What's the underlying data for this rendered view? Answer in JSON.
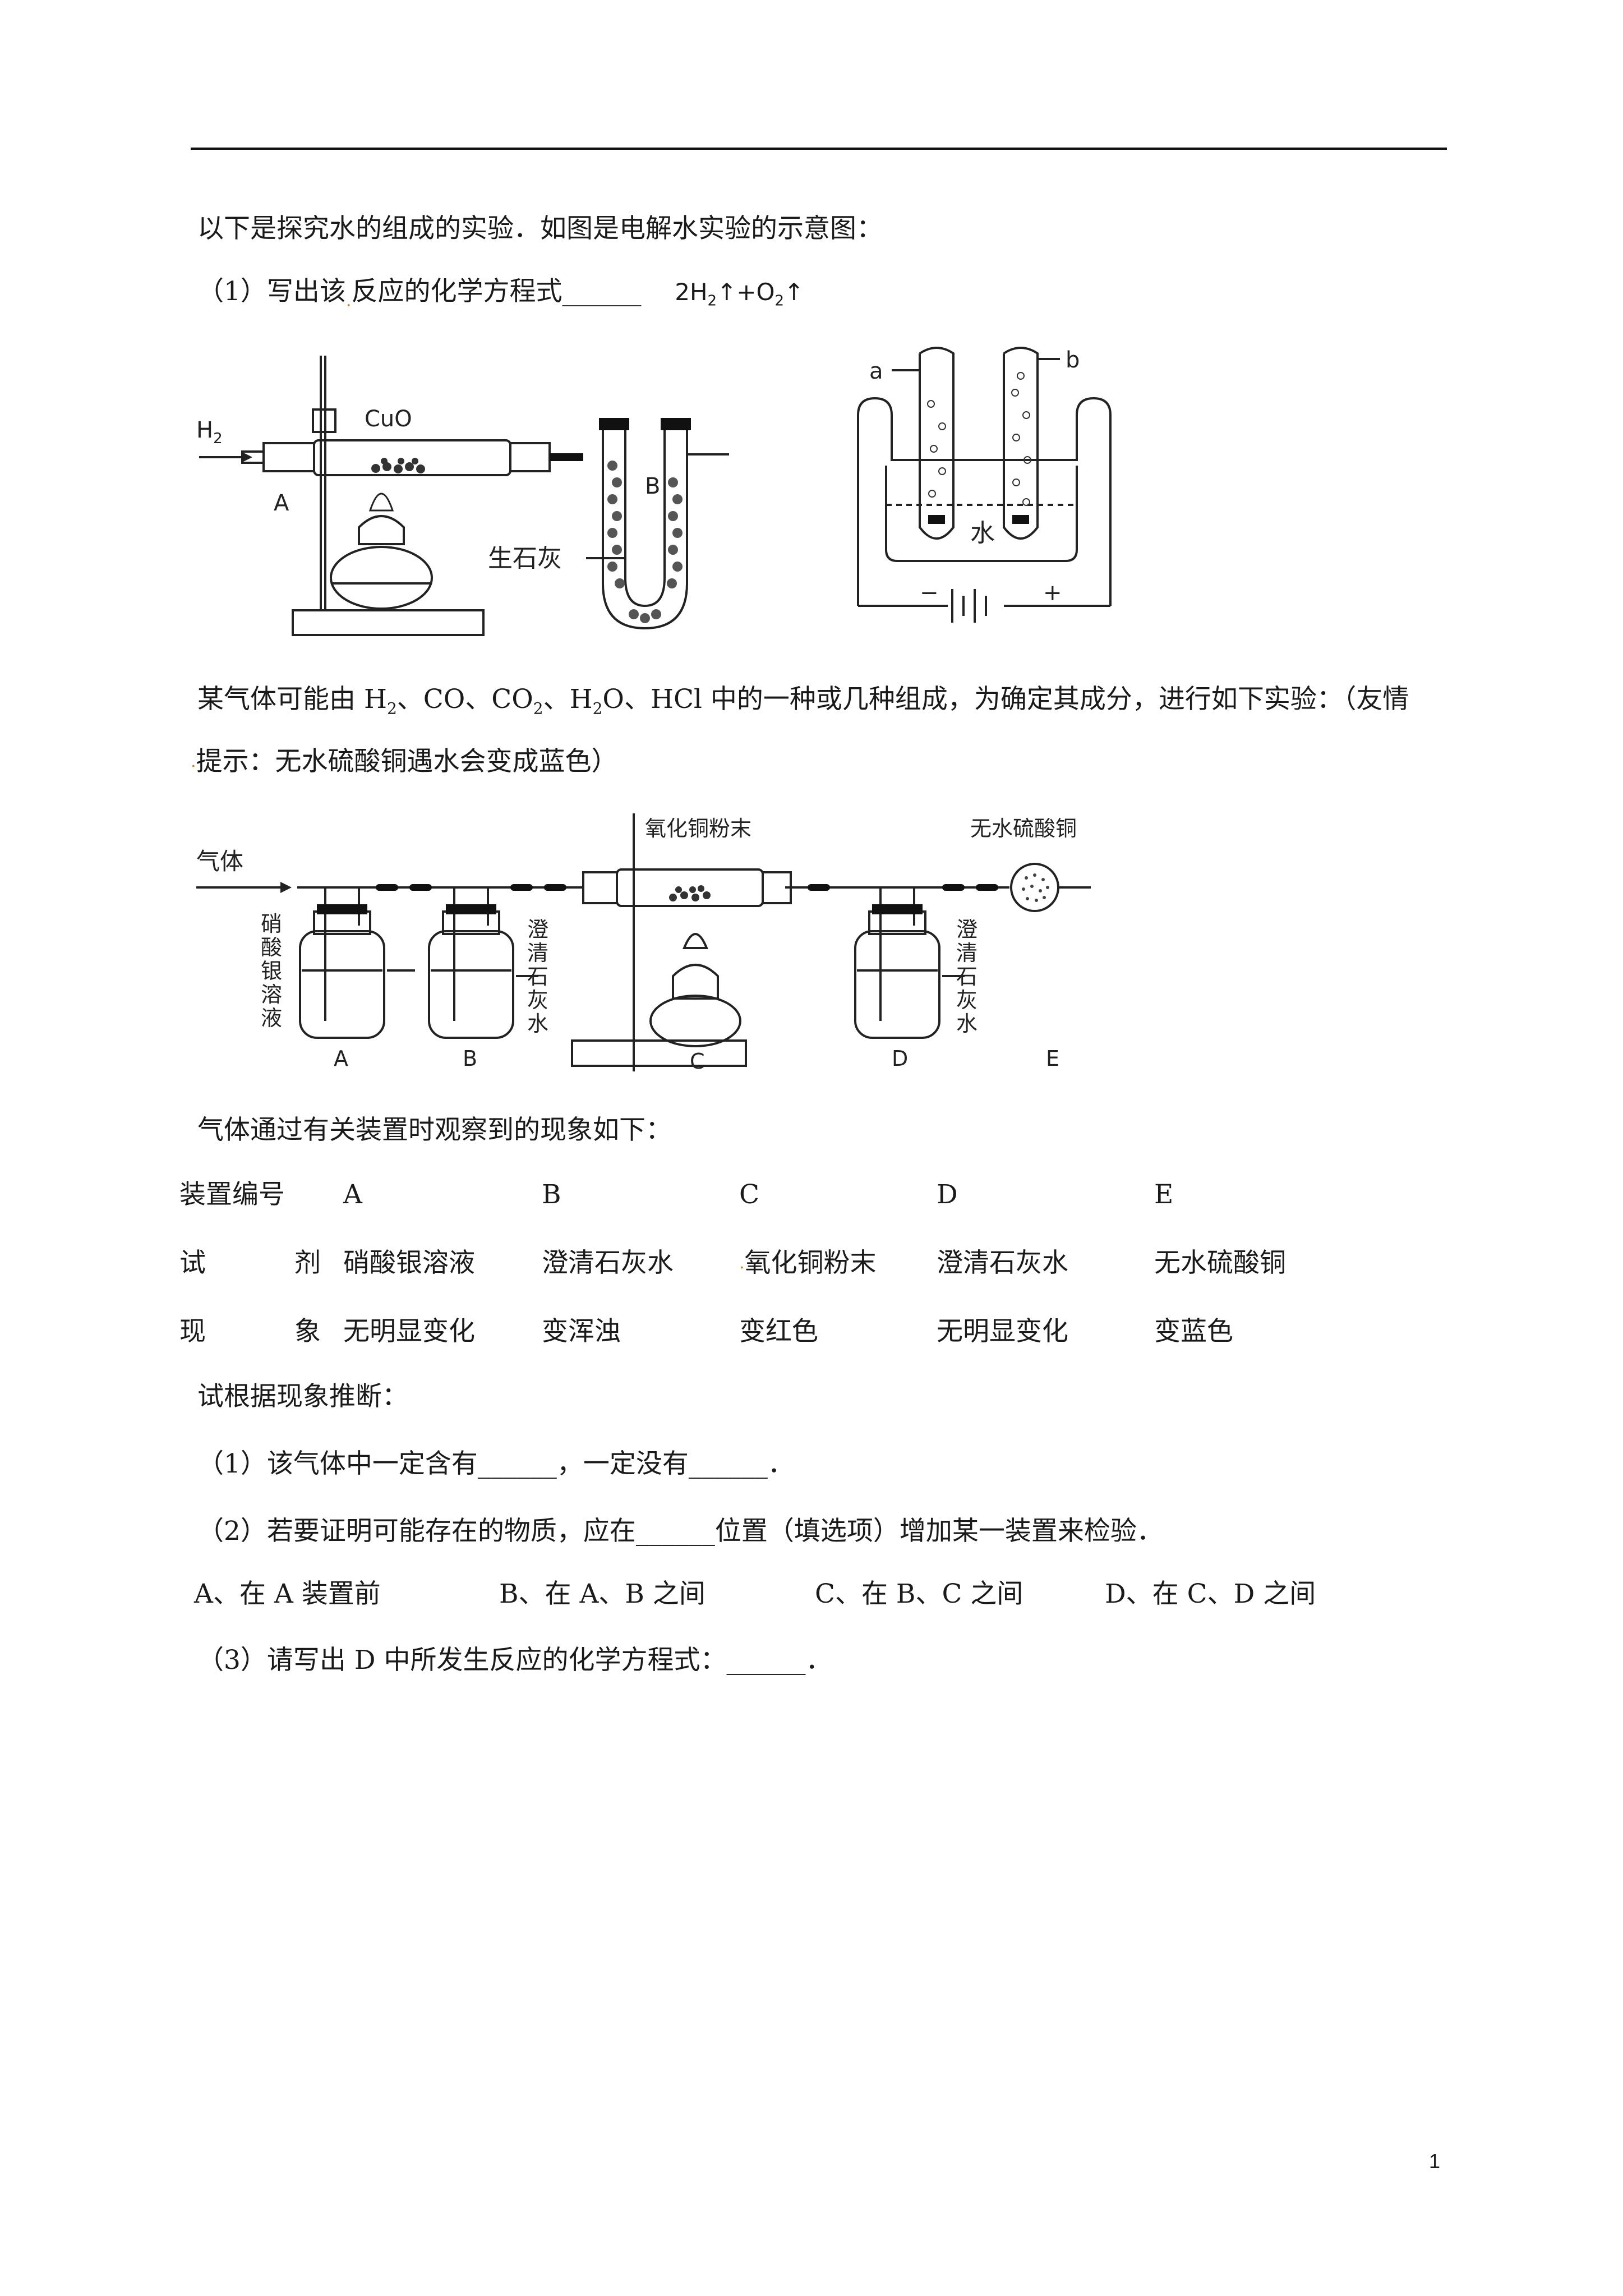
{
  "intro": {
    "line": "以下是探究水的组成的实验．如图是电解水实验的示意图：",
    "q1_prefix": "（1）写出该",
    "q1_suffix": "反应的化学方程式",
    "q1_blank": "______",
    "q1_answer_pre": "2H",
    "q1_answer_sub1": "2",
    "q1_answer_mid": "↑+O",
    "q1_answer_sub2": "2",
    "q1_answer_end": "↑"
  },
  "figure1": {
    "gas_label": "H",
    "gas_sub": "2",
    "cuo_label": "CuO",
    "label_a": "A",
    "label_b": "B",
    "lime_label": "生石灰"
  },
  "figure2": {
    "tube_a": "a",
    "tube_b": "b",
    "water_label": "水",
    "minus": "−",
    "plus": "+"
  },
  "question2": {
    "line1_a": "某气体可能由 H",
    "line1_sub1": "2",
    "line1_b": "、CO、CO",
    "line1_sub2": "2",
    "line1_c": "、H",
    "line1_sub3": "2",
    "line1_d": "O、HCl 中的一种或几种组成，为确定其成分，进行如下实验：（友情",
    "line2": "提示：无水硫酸铜遇水会变成蓝色）"
  },
  "figure3": {
    "gas_in": "气体",
    "cuo_powder": "氧化铜粉末",
    "cuso4": "无水硫酸铜",
    "reagent_a": [
      "硝",
      "酸",
      "银",
      "溶",
      "液"
    ],
    "reagent_b": [
      "澄",
      "清",
      "石",
      "灰",
      "水"
    ],
    "reagent_d": [
      "澄",
      "清",
      "石",
      "灰",
      "水"
    ],
    "labels": [
      "A",
      "B",
      "C",
      "D",
      "E"
    ]
  },
  "observe_line": "气体通过有关装置时观察到的现象如下：",
  "table": {
    "rows": [
      {
        "head": "装置编号",
        "cells": [
          "A",
          "B",
          "C",
          "D",
          "E"
        ]
      },
      {
        "head_left": "试",
        "head_right": "剂",
        "cells": [
          "硝酸银溶液",
          "澄清石灰水",
          "氧化铜粉末",
          "澄清石灰水",
          "无水硫酸铜"
        ]
      },
      {
        "head_left": "现",
        "head_right": "象",
        "cells": [
          "无明显变化",
          "变浑浊",
          "变红色",
          "无明显变化",
          "变蓝色"
        ]
      }
    ]
  },
  "infer": {
    "title": "试根据现象推断：",
    "q1": "（1）该气体中一定含有______，一定没有______．",
    "q2": "（2）若要证明可能存在的物质，应在______位置（填选项）增加某一装置来检验．",
    "options": [
      "A、在 A 装置前",
      "B、在 A、B 之间",
      "C、在 B、C 之间",
      "D、在 C、D 之间"
    ],
    "q3": "（3）请写出 D 中所发生反应的化学方程式：______．"
  },
  "page_number": "1"
}
